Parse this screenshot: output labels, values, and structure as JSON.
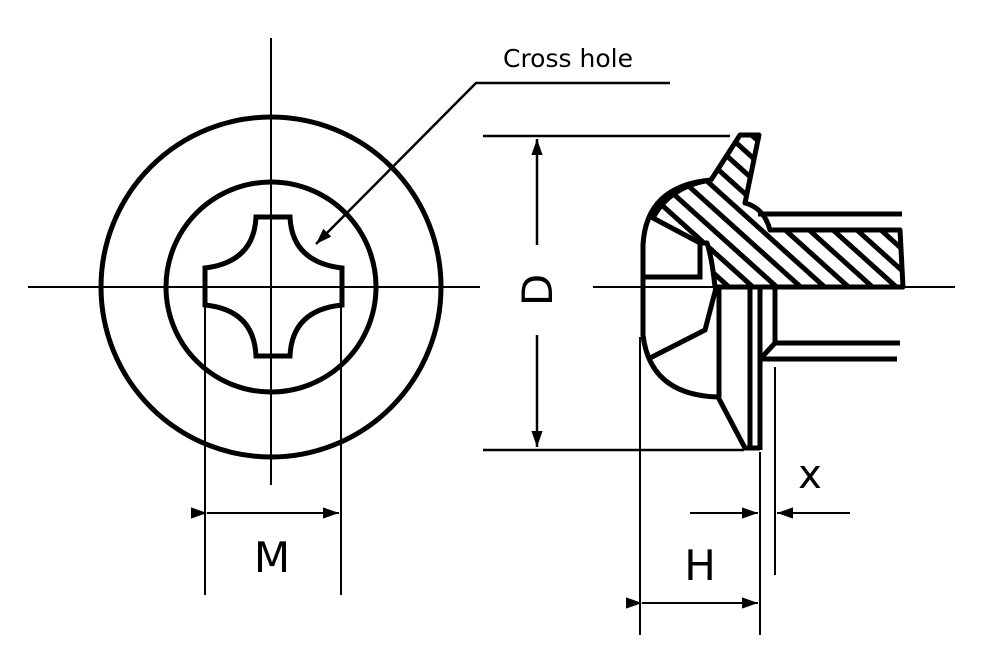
{
  "labels": {
    "cross_hole": "Cross hole",
    "diameter": "D",
    "recess_width": "M",
    "head_height": "H",
    "flange_offset": "x"
  },
  "colors": {
    "stroke": "#000000",
    "background": "#ffffff"
  }
}
